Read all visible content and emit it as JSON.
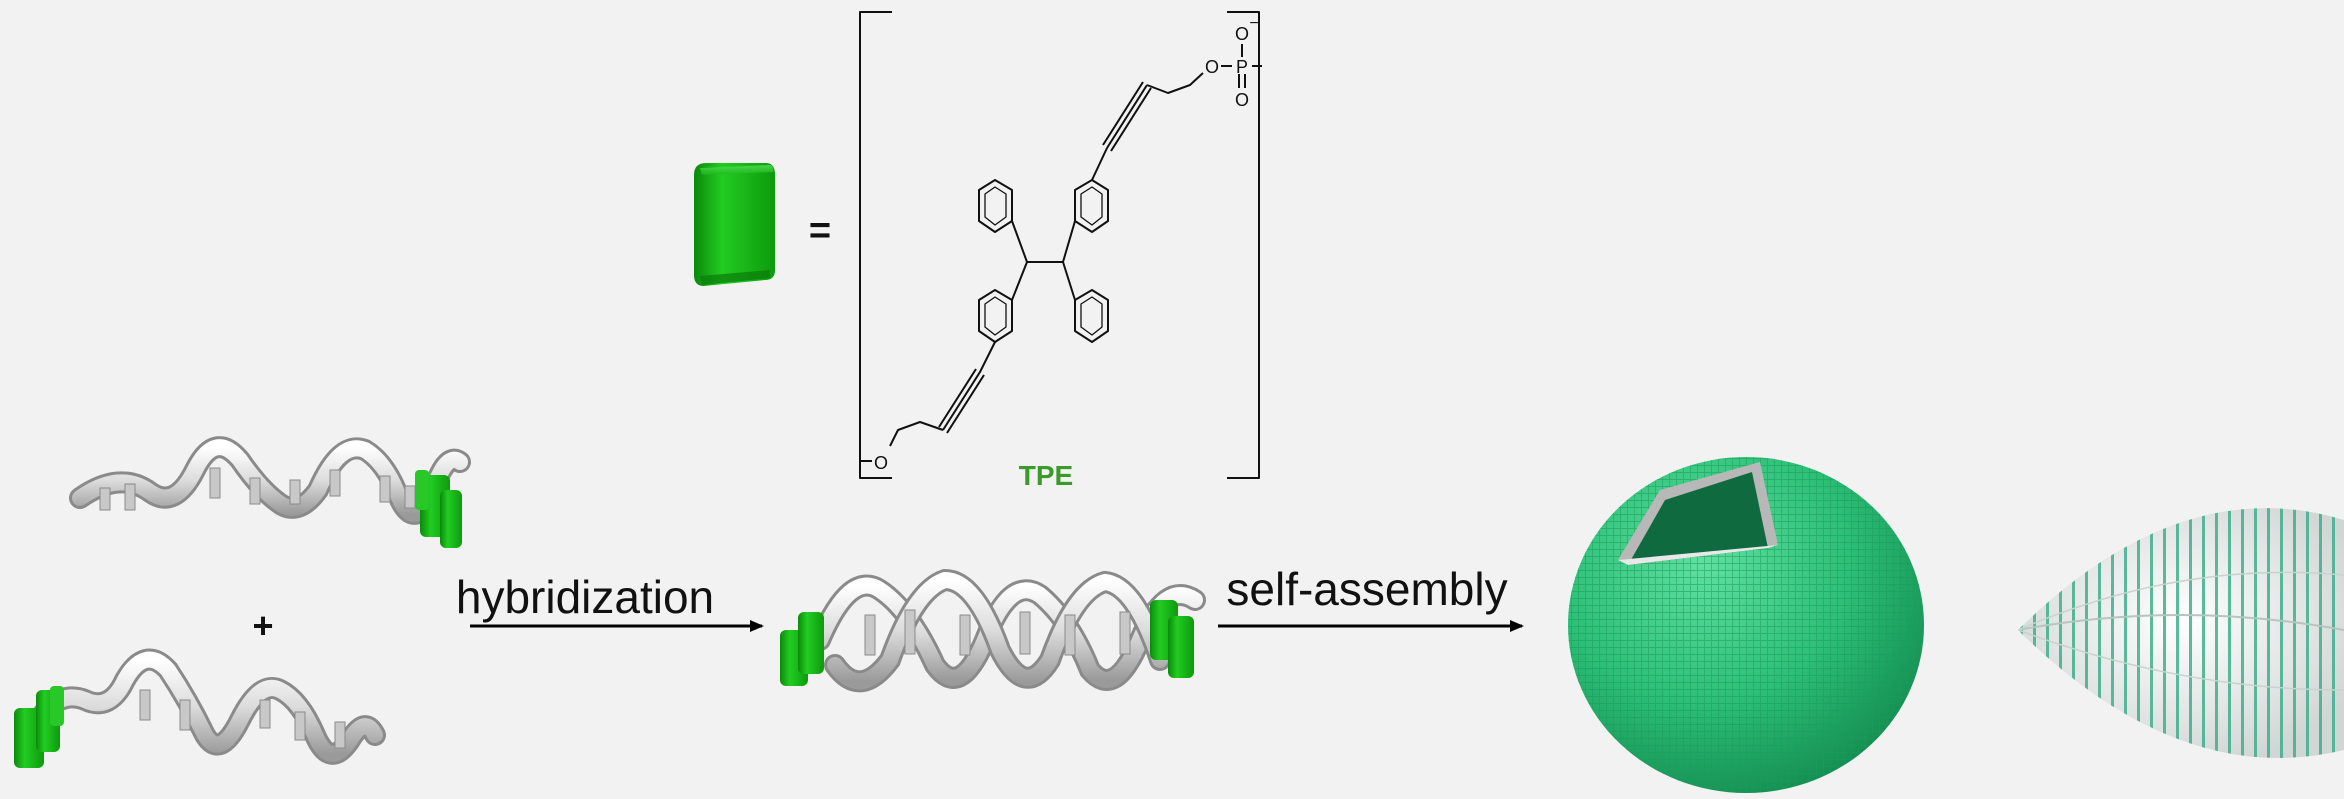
{
  "legend": {
    "equals": "="
  },
  "molecule": {
    "name": "TPE",
    "atom_o_top": "O",
    "atom_o_charge": "−",
    "atom_p": "P",
    "atom_o_ester": "O",
    "atom_o_double": "O",
    "atom_o_bottom": "O"
  },
  "steps": {
    "plus": "+",
    "hybridization": "hybridization",
    "self_assembly": "self-assembly"
  },
  "colors": {
    "background": "#f2f2f2",
    "tpe_green": "#12b512",
    "tpe_label": "#3a9b2a",
    "sphere_green": "#2fbf78",
    "ribbon": "#d9d9d9"
  }
}
